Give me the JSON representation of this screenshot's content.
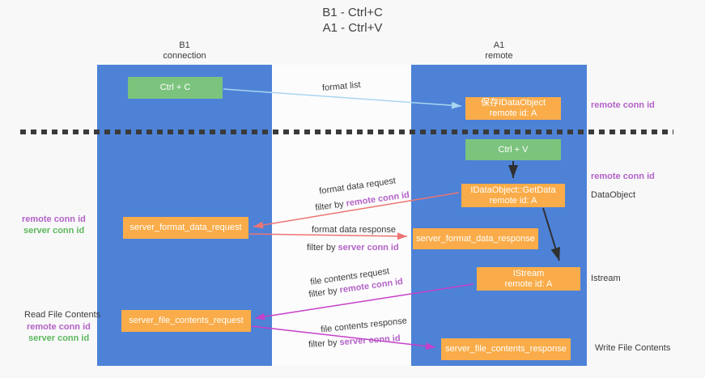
{
  "title": {
    "line1": "B1 - Ctrl+C",
    "line2": "A1 - Ctrl+V"
  },
  "columns": {
    "left": {
      "name": "B1",
      "role": "connection"
    },
    "right": {
      "name": "A1",
      "role": "remote"
    }
  },
  "boxes": {
    "ctrl_c": {
      "label": "Ctrl + C"
    },
    "save_dataobject": {
      "line1": "保存IDataObject",
      "line2": "remote id: A"
    },
    "ctrl_v": {
      "label": "Ctrl + V"
    },
    "getdata": {
      "line1": "IDataObject::GetData",
      "line2": "remote id: A"
    },
    "format_request": {
      "label": "server_format_data_request"
    },
    "format_response": {
      "label": "server_format_data_response"
    },
    "istream": {
      "line1": "IStream",
      "line2": "remote id: A"
    },
    "file_request": {
      "label": "server_file_contents_request"
    },
    "file_response": {
      "label": "server_file_contents_response"
    }
  },
  "flow": {
    "format_list": "format list",
    "format_request": {
      "label": "format data request",
      "filter_prefix": "filter by ",
      "filter_key": "remote conn id"
    },
    "format_response": {
      "label": "format data response",
      "filter_prefix": "filter by ",
      "filter_key": "server conn id"
    },
    "file_request": {
      "label": "file contents request",
      "filter_prefix": "filter by ",
      "filter_key": "remote conn id"
    },
    "file_response": {
      "label": "file contents response",
      "filter_prefix": "filter by ",
      "filter_key": "server conn id"
    }
  },
  "annotations": {
    "right_remote_top": "remote conn id",
    "right_remote_mid": "remote conn id",
    "dataobject": "DataObject",
    "istream": "Istream",
    "write_file_contents": "Write File Contents",
    "left_remote_top": "remote conn id",
    "left_server_top": "server conn id",
    "read_file_contents": "Read File Contents",
    "left_remote_bottom": "remote conn id",
    "left_server_bottom": "server conn id"
  },
  "colors": {
    "background": "#f8f8f9",
    "column_blue": "#4d82d7",
    "box_green": "#7cc47e",
    "box_orange": "#f9ac49",
    "purple_label": "#b362c6",
    "green_label": "#5cb85c",
    "light_blue_arrow": "#a9d5f1",
    "black_arrow": "#303030",
    "salmon_arrow": "#ee7472",
    "magenta_arrow": "#c63fc8",
    "dashed_line": "#3a3a3a"
  }
}
